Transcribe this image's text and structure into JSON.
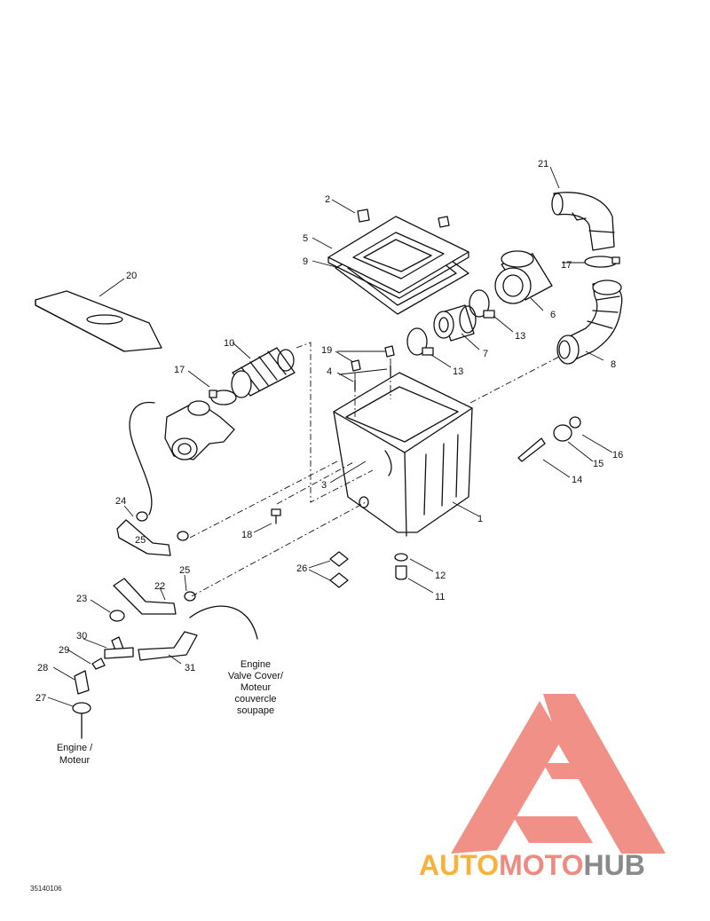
{
  "diagram": {
    "callouts": [
      {
        "id": "c1",
        "text": "1"
      },
      {
        "id": "c2",
        "text": "2"
      },
      {
        "id": "c3",
        "text": "3"
      },
      {
        "id": "c4",
        "text": "4"
      },
      {
        "id": "c5",
        "text": "5"
      },
      {
        "id": "c6",
        "text": "6"
      },
      {
        "id": "c7",
        "text": "7"
      },
      {
        "id": "c8",
        "text": "8"
      },
      {
        "id": "c9",
        "text": "9"
      },
      {
        "id": "c10",
        "text": "10"
      },
      {
        "id": "c11",
        "text": "11"
      },
      {
        "id": "c12",
        "text": "12"
      },
      {
        "id": "c13a",
        "text": "13"
      },
      {
        "id": "c13b",
        "text": "13"
      },
      {
        "id": "c14",
        "text": "14"
      },
      {
        "id": "c15",
        "text": "15"
      },
      {
        "id": "c16",
        "text": "16"
      },
      {
        "id": "c17a",
        "text": "17"
      },
      {
        "id": "c17b",
        "text": "17"
      },
      {
        "id": "c18",
        "text": "18"
      },
      {
        "id": "c19",
        "text": "19"
      },
      {
        "id": "c20",
        "text": "20"
      },
      {
        "id": "c21",
        "text": "21"
      },
      {
        "id": "c22",
        "text": "22"
      },
      {
        "id": "c23",
        "text": "23"
      },
      {
        "id": "c24",
        "text": "24"
      },
      {
        "id": "c25a",
        "text": "25"
      },
      {
        "id": "c25b",
        "text": "25"
      },
      {
        "id": "c26",
        "text": "26"
      },
      {
        "id": "c27",
        "text": "27"
      },
      {
        "id": "c28",
        "text": "28"
      },
      {
        "id": "c29",
        "text": "29"
      },
      {
        "id": "c30",
        "text": "30"
      },
      {
        "id": "c31",
        "text": "31"
      }
    ],
    "notes": {
      "valve_cover": [
        "Engine",
        "Valve Cover/",
        "Moteur",
        "couvercle",
        "soupape"
      ],
      "engine": [
        "Engine /",
        "Moteur"
      ]
    },
    "drawing_code": "35140106"
  },
  "watermark": {
    "part1": "AUTO",
    "part2": "MOTO",
    "part3": "HUB",
    "colors": {
      "auto": "#f7b23b",
      "moto": "#f08a80",
      "hub": "#8a8a8a",
      "logo": "#f08a80"
    }
  }
}
